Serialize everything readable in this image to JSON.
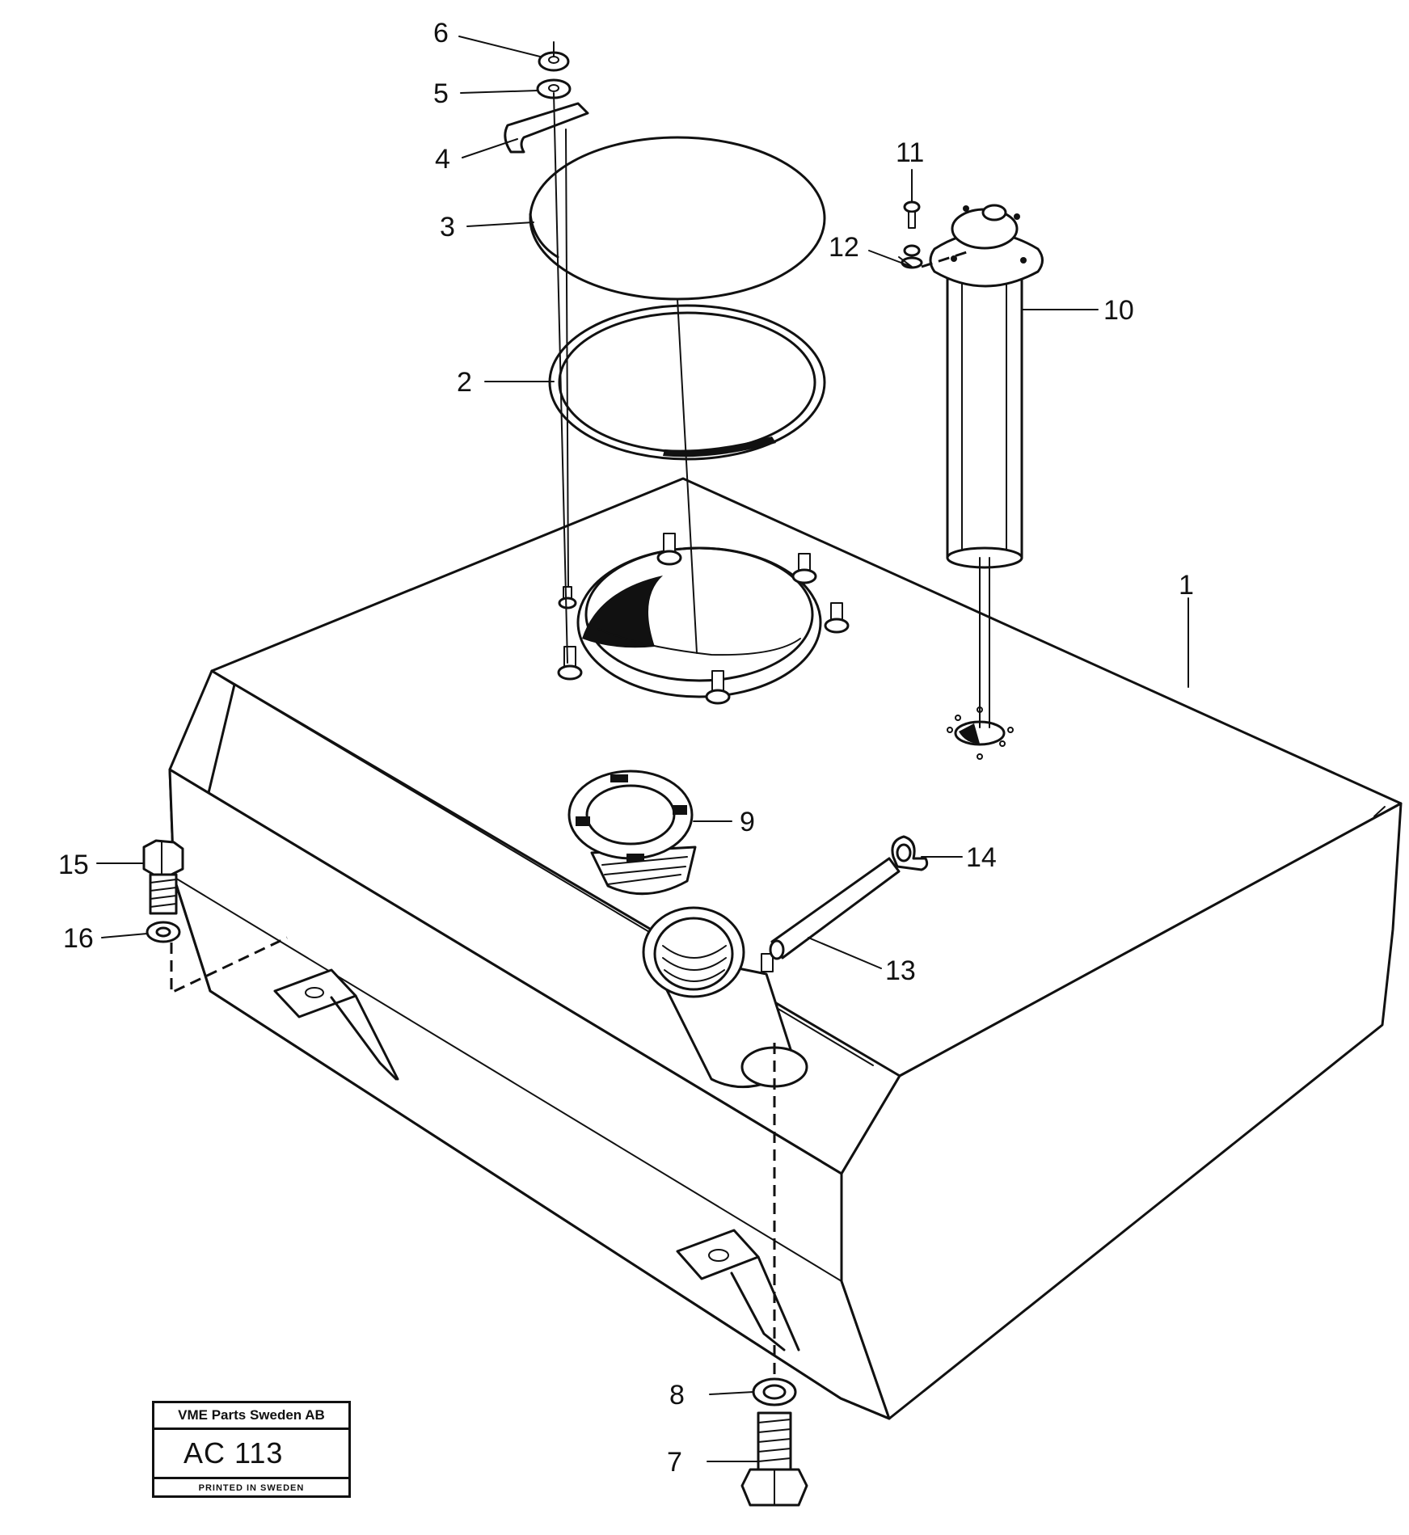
{
  "callouts": [
    {
      "id": "1",
      "label": "1"
    },
    {
      "id": "2",
      "label": "2"
    },
    {
      "id": "3",
      "label": "3"
    },
    {
      "id": "4",
      "label": "4"
    },
    {
      "id": "5",
      "label": "5"
    },
    {
      "id": "6",
      "label": "6"
    },
    {
      "id": "7",
      "label": "7"
    },
    {
      "id": "8",
      "label": "8"
    },
    {
      "id": "9",
      "label": "9"
    },
    {
      "id": "10",
      "label": "10"
    },
    {
      "id": "11",
      "label": "11"
    },
    {
      "id": "12",
      "label": "12"
    },
    {
      "id": "13",
      "label": "13"
    },
    {
      "id": "14",
      "label": "14"
    },
    {
      "id": "15",
      "label": "15"
    },
    {
      "id": "16",
      "label": "16"
    }
  ],
  "stamp": {
    "company": "VME Parts Sweden AB",
    "code": "AC 113",
    "printed": "PRINTED IN SWEDEN"
  }
}
